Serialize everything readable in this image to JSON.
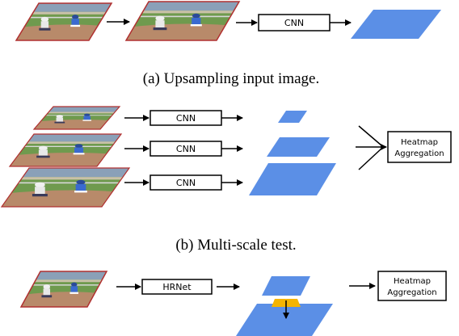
{
  "panel_a": {
    "model_label": "CNN",
    "caption": "(a) Upsampling input image."
  },
  "panel_b": {
    "model_labels": [
      "CNN",
      "CNN",
      "CNN"
    ],
    "aggregation_line1": "Heatmap",
    "aggregation_line2": "Aggregation",
    "caption": "(b) Multi-scale test."
  },
  "panel_c": {
    "model_label": "HRNet",
    "aggregation_line1": "Heatmap",
    "aggregation_line2": "Aggregation"
  },
  "colors": {
    "heatmap": "#5b8fe6",
    "image_border": "#b03030",
    "fusion_marker": "#f4b400",
    "field_green": "#6f9a4e",
    "dirt": "#b88a6a",
    "stands": "#8aa0b8"
  }
}
